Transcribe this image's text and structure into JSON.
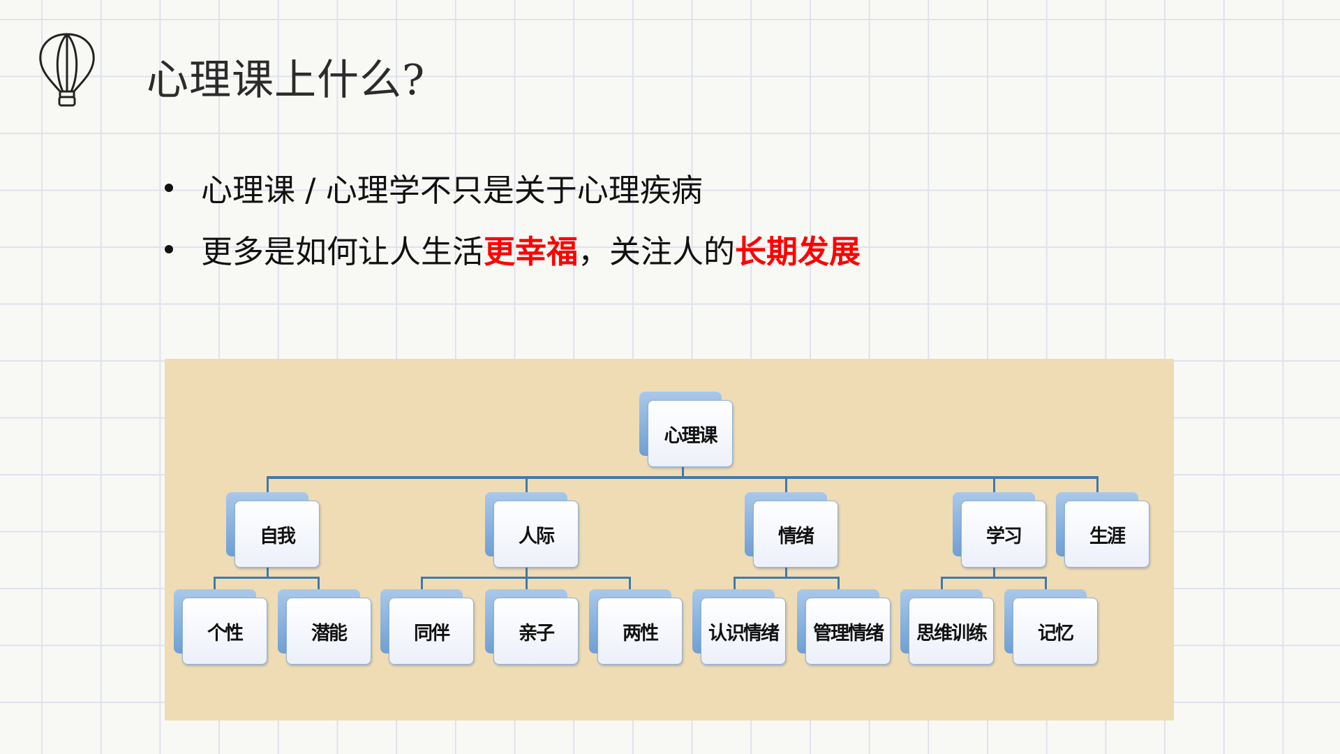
{
  "title": "心理课上什么?",
  "bullets": [
    {
      "text": "心理课 / 心理学不只是关于心理疾病"
    },
    {
      "parts": [
        "更多是如何让人生活",
        "更幸福",
        "，关注人的",
        "长期发展"
      ]
    }
  ],
  "highlight_color": "#ff0000",
  "diagram": {
    "root": "心理课",
    "level2": [
      "自我",
      "人际",
      "情绪",
      "学习",
      "生涯"
    ],
    "level3": [
      "个性",
      "潜能",
      "同伴",
      "亲子",
      "两性",
      "认识情绪",
      "管理情绪",
      "思维训练",
      "记忆"
    ]
  }
}
